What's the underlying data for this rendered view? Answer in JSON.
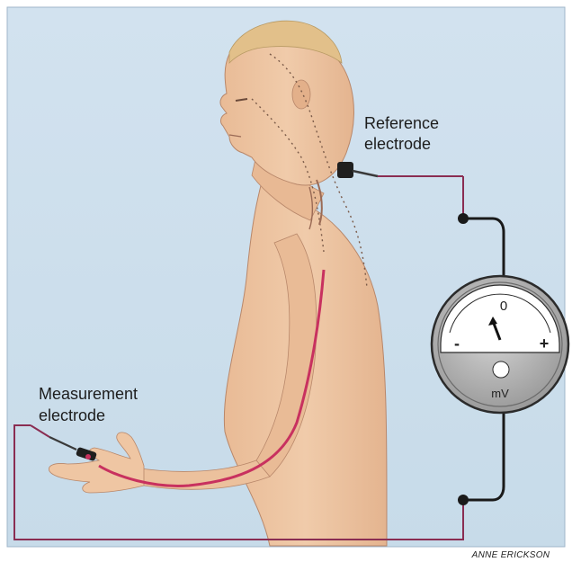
{
  "labels": {
    "reference_line1": "Reference",
    "reference_line2": "electrode",
    "measurement_line1": "Measurement",
    "measurement_line2": "electrode"
  },
  "meter": {
    "zero_label": "0",
    "minus_label": "-",
    "plus_label": "+",
    "unit_label": "mV"
  },
  "credit": "ANNE ERICKSON",
  "colors": {
    "background": "#cfe0ee",
    "skin": "#ecc4a1",
    "nerve": "#c8315f",
    "wire": "#8a2d52",
    "black_wire": "#1a1a1a",
    "meter_body": "#b8b8b8"
  }
}
